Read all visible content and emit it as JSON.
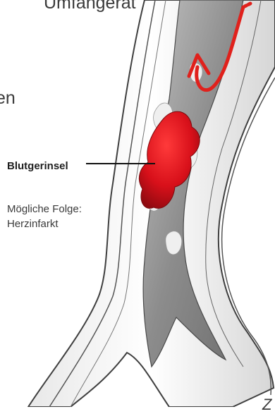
{
  "labels": {
    "clot": "Blutgerinsel",
    "consequence": "Mögliche Folge:\nHerzinfarkt",
    "cut_top": "Umfangerät",
    "cut_left": "en",
    "cut_bottom": "Z"
  },
  "colors": {
    "clot": "#d8101a",
    "arrow": "#e0211c",
    "vessel_outline": "#3f3f3f",
    "lumen": "#9e9e9e"
  },
  "icons": {
    "flow_arrow": "curved-arrow-icon"
  }
}
